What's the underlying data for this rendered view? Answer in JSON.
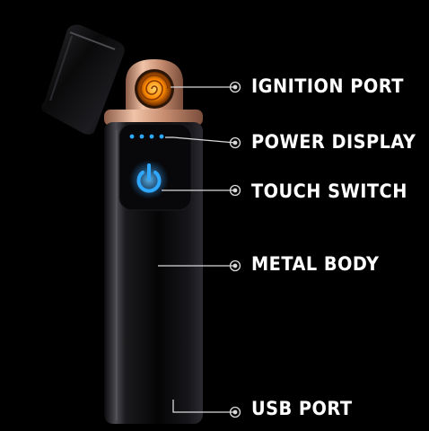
{
  "callouts": {
    "ignition_port": "IGNITION PORT",
    "power_display": "POWER DISPLAY",
    "touch_switch": "TOUCH SWITCH",
    "metal_body": "METAL BODY",
    "usb_port": "USB PORT"
  },
  "colors": {
    "background": "#000000",
    "label_text": "#ffffff",
    "callout_line": "#d9d9d9",
    "led_blue": "#2fa8ff",
    "coil_orange": "#ff8a00",
    "trim_rose_gold": "#d7a486"
  },
  "icons": {
    "power_button": "power-icon",
    "heating_coil": "coil-icon"
  }
}
